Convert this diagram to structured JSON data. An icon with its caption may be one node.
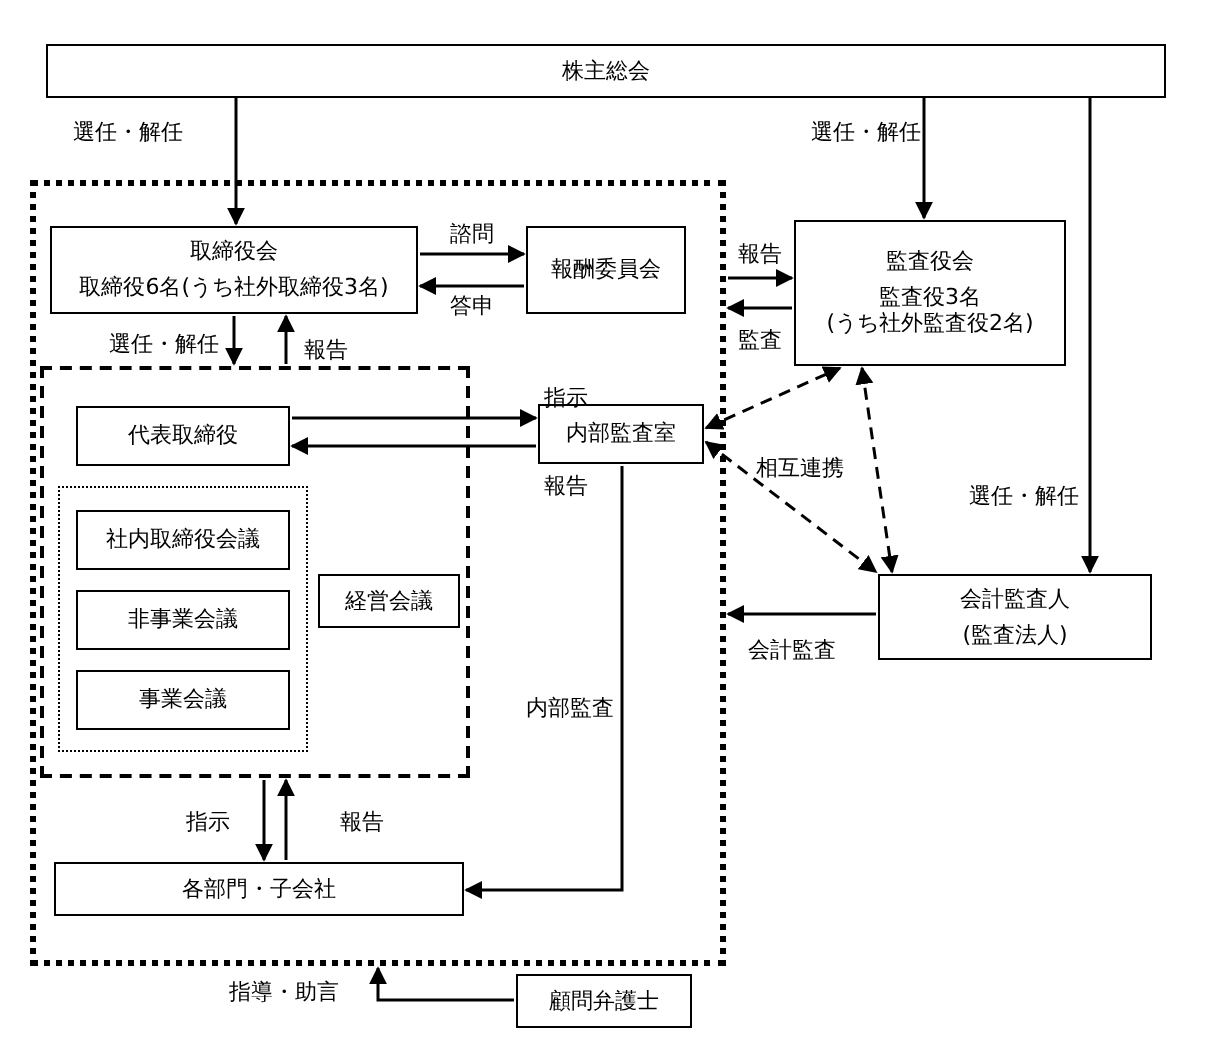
{
  "diagram": {
    "nodes": [
      {
        "text": [
          "株主総会"
        ]
      },
      {
        "text": [],
        "shape": "box"
      },
      {
        "text": [
          "取締役会",
          "取締役6名(うち社外取締役3名)"
        ],
        "in": 1
      },
      {
        "text": [
          "報酬委員会"
        ],
        "in": 1
      },
      {
        "text": [],
        "shape": "box",
        "in": 1
      },
      {
        "text": [
          "代表取締役"
        ],
        "in": 4
      },
      {
        "text": [],
        "shape": "box",
        "in": 4
      },
      {
        "text": [
          "社内取締役会議"
        ],
        "in": 6
      },
      {
        "text": [
          "非事業会議"
        ],
        "in": 6
      },
      {
        "text": [
          "事業会議"
        ],
        "in": 6
      },
      {
        "text": [
          "経営会議"
        ],
        "in": 4
      },
      {
        "text": [
          "内部監査室"
        ],
        "in": 1
      },
      {
        "text": [
          "各部門・子会社"
        ],
        "in": 1
      },
      {
        "text": [
          "監査役会",
          "監査役3名 (うち社外監査役2名)"
        ]
      },
      {
        "text": [
          "会計監査人",
          "(監査法人)"
        ]
      },
      {
        "text": [
          "顧問弁護士"
        ]
      }
    ],
    "edges": [
      {
        "from": 0,
        "to": 2,
        "arrow": "to",
        "label": "選任・解任"
      },
      {
        "from": 0,
        "to": 13,
        "arrow": "to",
        "label": "選任・解任"
      },
      {
        "from": 0,
        "to": 14,
        "arrow": "to",
        "label": "選任・解任"
      },
      {
        "from": 2,
        "to": 3,
        "arrow": "to",
        "label": "諮問"
      },
      {
        "from": 3,
        "to": 2,
        "arrow": "to",
        "label": "答申"
      },
      {
        "from": 2,
        "to": 4,
        "arrow": "to",
        "label": "選任・解任"
      },
      {
        "from": 4,
        "to": 2,
        "arrow": "to",
        "label": "報告"
      },
      {
        "from": 5,
        "to": 11,
        "arrow": "to",
        "label": "指示"
      },
      {
        "from": 11,
        "to": 5,
        "arrow": "to",
        "label": "報告"
      },
      {
        "from": 1,
        "to": 13,
        "arrow": "to",
        "label": "報告"
      },
      {
        "from": 13,
        "to": 1,
        "arrow": "to",
        "label": "監査"
      },
      {
        "from": 11,
        "to": 13,
        "arrow": "both",
        "style": "dashed"
      },
      {
        "from": 11,
        "to": 14,
        "arrow": "both",
        "style": "dashed",
        "label": "相互連携"
      },
      {
        "from": 13,
        "to": 14,
        "arrow": "both",
        "style": "dashed"
      },
      {
        "from": 14,
        "to": 1,
        "arrow": "to",
        "label": "会計監査"
      },
      {
        "from": 11,
        "to": 12,
        "arrow": "to",
        "label": "内部監査"
      },
      {
        "from": 4,
        "to": 12,
        "arrow": "to",
        "label": "指示"
      },
      {
        "from": 12,
        "to": 4,
        "arrow": "to",
        "label": "報告"
      },
      {
        "from": 15,
        "to": 1,
        "arrow": "to",
        "label": "指導・助言"
      }
    ]
  }
}
